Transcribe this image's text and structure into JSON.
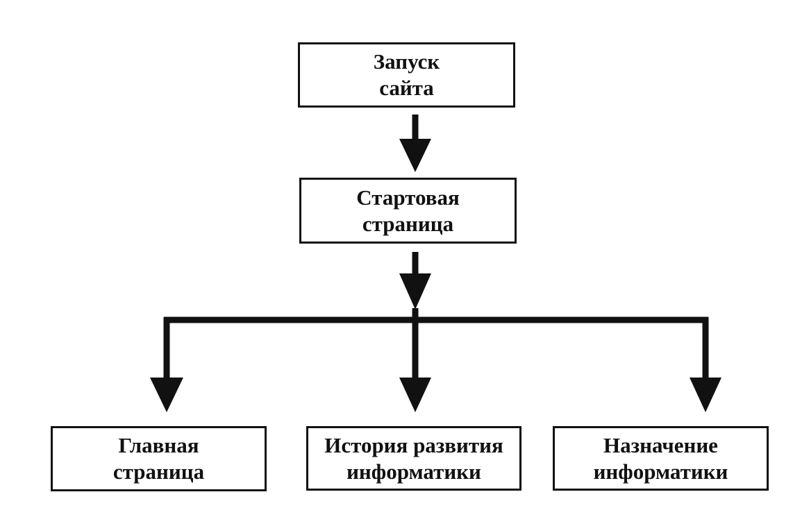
{
  "colors": {
    "stroke": "#111111",
    "fill": "#ffffff",
    "text": "#111111"
  },
  "nodes": {
    "start": {
      "line1": "Запуск",
      "line2": "сайта"
    },
    "home": {
      "line1": "Стартовая",
      "line2": "страница"
    },
    "main": {
      "line1": "Главная",
      "line2": "страница"
    },
    "history": {
      "line1": "История развития",
      "line2": "информатики"
    },
    "purpose": {
      "line1": "Назначение",
      "line2": "информатики"
    }
  },
  "edges": [
    {
      "from": "start",
      "to": "home"
    },
    {
      "from": "home",
      "to": "main"
    },
    {
      "from": "home",
      "to": "history"
    },
    {
      "from": "home",
      "to": "purpose"
    }
  ]
}
